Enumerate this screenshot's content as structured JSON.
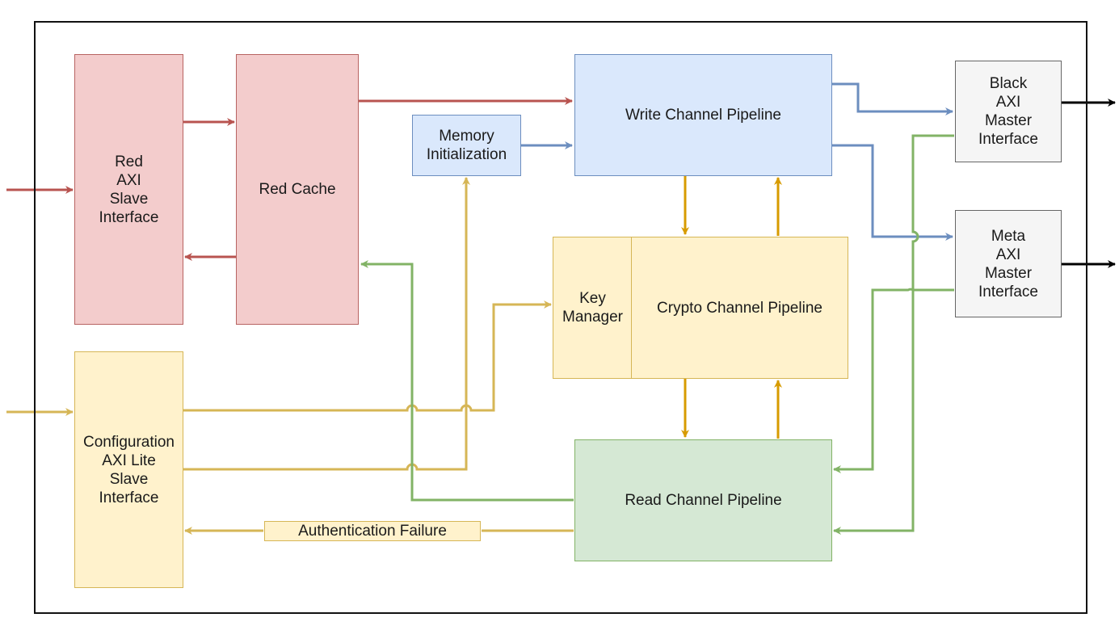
{
  "blocks": {
    "red_axi_slave": "Red\nAXI\nSlave\nInterface",
    "red_cache": "Red Cache",
    "memory_init": "Memory\nInitialization",
    "write_pipeline": "Write Channel Pipeline",
    "key_manager": "Key\nManager",
    "crypto_pipeline": "Crypto Channel Pipeline",
    "read_pipeline": "Read Channel Pipeline",
    "config_axi_lite": "Configuration\nAXI Lite\nSlave\nInterface",
    "black_axi_master": "Black\nAXI\nMaster\nInterface",
    "meta_axi_master": "Meta\nAXI\nMaster\nInterface",
    "auth_failure": "Authentication Failure"
  },
  "colors": {
    "red_line": "#b85450",
    "blue_line": "#6c8ebf",
    "yellow_line": "#d6b656",
    "gold_arrow": "#d79b00",
    "green_line": "#82b366",
    "black_line": "#000000"
  }
}
